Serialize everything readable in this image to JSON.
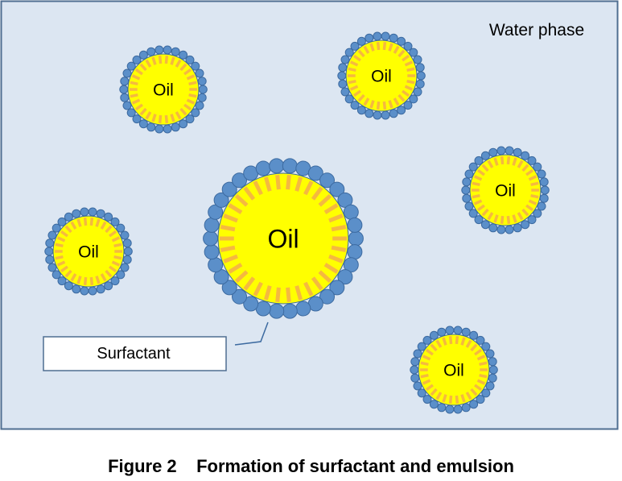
{
  "diagram": {
    "phase_label": "Water phase",
    "droplet_label": "Oil",
    "callout_label": "Surfactant",
    "colors": {
      "water": "#dce6f2",
      "water_border": "#4f6e91",
      "oil": "#ffff00",
      "surfactant_tail": "#f5b940",
      "surfactant_head": "#5b8fc9",
      "surfactant_head_outline": "#3c6aa0"
    }
  },
  "caption": {
    "figure_number": "Figure 2",
    "title": "Formation of surfactant and emulsion"
  }
}
